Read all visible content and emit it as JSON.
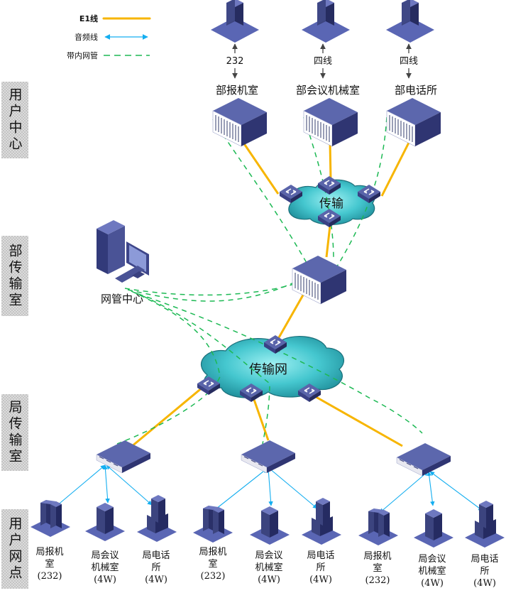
{
  "legend": {
    "items": [
      {
        "label": "E1线",
        "type": "e1",
        "color": "#f7b500"
      },
      {
        "label": "音频线",
        "type": "audio",
        "color": "#14aef0"
      },
      {
        "label": "带内网管",
        "type": "inband",
        "color": "#1db954"
      }
    ]
  },
  "colors": {
    "device": "#5560a8",
    "device_dark": "#2e3470",
    "cloud": "#3fc4cc",
    "e1": "#f7b500",
    "audio": "#14aef0",
    "inband": "#1db954"
  },
  "zones": [
    {
      "label": "用户中心"
    },
    {
      "label": "部传输室"
    },
    {
      "label": "局传输室"
    },
    {
      "label": "用户网点"
    }
  ],
  "top_endpoints": [
    {
      "link_label": "232",
      "room": "部报机室"
    },
    {
      "link_label": "四线",
      "room": "部会议机械室"
    },
    {
      "link_label": "四线",
      "room": "部电话所"
    }
  ],
  "clouds": {
    "small": "传输",
    "large": "传输网"
  },
  "management_center": {
    "label": "网管中心"
  },
  "sites": [
    {
      "rooms": [
        {
          "lines": [
            "局报机",
            "室",
            "(232)"
          ]
        },
        {
          "lines": [
            "局会议",
            "机械室",
            "(4W)"
          ]
        },
        {
          "lines": [
            "局电话",
            "所",
            "(4W)"
          ]
        }
      ]
    },
    {
      "rooms": [
        {
          "lines": [
            "局报机",
            "室",
            "(232)"
          ]
        },
        {
          "lines": [
            "局会议",
            "机械室",
            "(4W)"
          ]
        },
        {
          "lines": [
            "局电话",
            "所",
            "(4W)"
          ]
        }
      ]
    },
    {
      "rooms": [
        {
          "lines": [
            "局报机",
            "室",
            "(232)"
          ]
        },
        {
          "lines": [
            "局会议",
            "机械室",
            "(4W)"
          ]
        },
        {
          "lines": [
            "局电话",
            "所",
            "(4W)"
          ]
        }
      ]
    }
  ]
}
